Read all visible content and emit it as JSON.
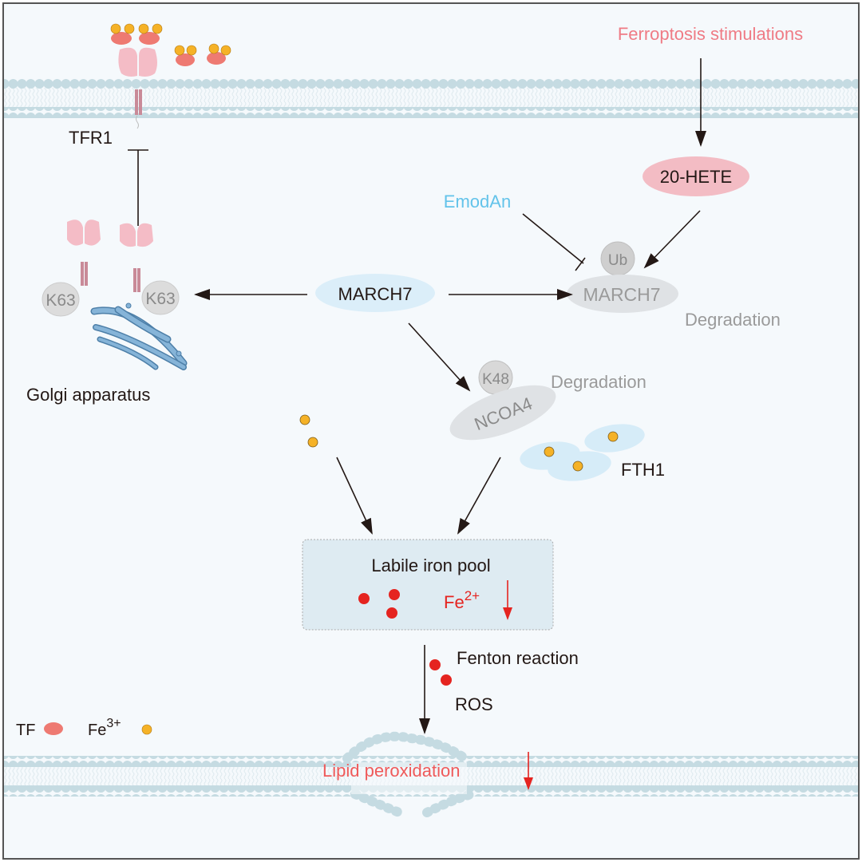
{
  "colors": {
    "background": "#f5f9fc",
    "frame": "#555555",
    "membrane_head": "#c5dbe2",
    "membrane_tail": "#e3eef2",
    "tf": "#ee7a72",
    "fe3": "#f5b227",
    "fe2": "#e52420",
    "receptor": "#f4bcc6",
    "receptor_stalk": "#c98a98",
    "stimulus_text": "#ef7b85",
    "inhibitor_text": "#63c3ea",
    "hete_fill": "#f3bcc4",
    "march7_fill": "#dbeef9",
    "degraded_fill": "#dfe2e5",
    "degraded_text": "#9a9a9a",
    "ferritin_fill": "#d6ecf8",
    "pool_fill": "#deebf2",
    "golgi": "#6f9fc8",
    "arrow": "#231815",
    "red_arrow": "#e52420"
  },
  "labels": {
    "ferroptosis_stimulations": "Ferroptosis stimulations",
    "hete": "20-HETE",
    "emodan": "EmodAn",
    "ub": "Ub",
    "march7_degraded": "MARCH7",
    "degradation_1": "Degradation",
    "march7": "MARCH7",
    "tfr1": "TFR1",
    "k63_left": "K63",
    "k63_right": "K63",
    "golgi": "Golgi apparatus",
    "k48": "K48",
    "ncoa4": "NCOA4",
    "degradation_2": "Degradation",
    "fth1": "FTH1",
    "labile_iron_pool": "Labile iron pool",
    "fe2_base": "Fe",
    "fe2_sup": "2+",
    "fenton": "Fenton reaction",
    "ros": "ROS",
    "lipid_peroxidation": "Lipid peroxidation",
    "legend_tf": "TF",
    "legend_fe_base": "Fe",
    "legend_fe_sup": "3+"
  }
}
